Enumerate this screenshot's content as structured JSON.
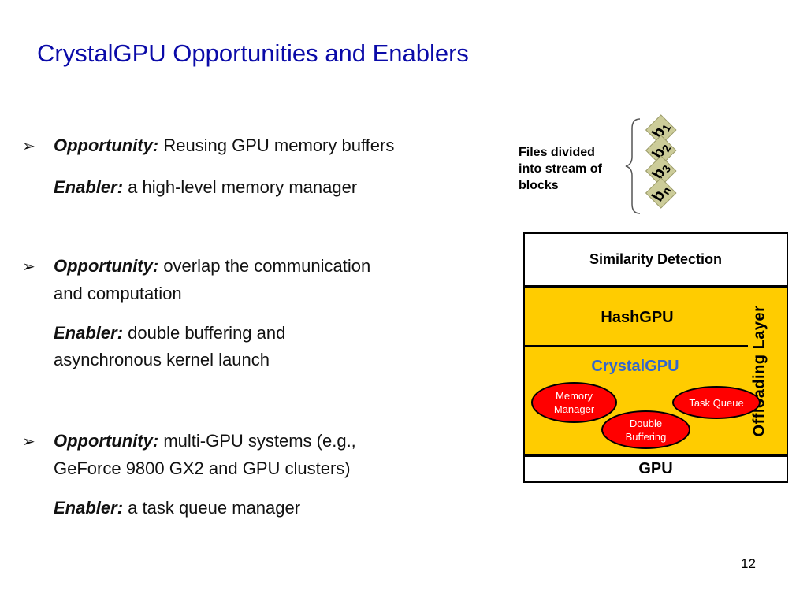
{
  "title": "CrystalGPU Opportunities and Enablers",
  "bullets": [
    {
      "opportunity_label": "Opportunity:",
      "opportunity_text": " Reusing GPU memory buffers",
      "opportunity_cont": "",
      "enabler_label": "Enabler:",
      "enabler_text": " a high-level memory manager",
      "enabler_cont": ""
    },
    {
      "opportunity_label": "Opportunity:",
      "opportunity_text": " overlap the communication",
      "opportunity_cont": "and computation",
      "enabler_label": "Enabler:",
      "enabler_text": " double buffering and",
      "enabler_cont": "asynchronous kernel launch"
    },
    {
      "opportunity_label": "Opportunity:",
      "opportunity_text": " multi-GPU systems (e.g.,",
      "opportunity_cont": "GeForce 9800 GX2 and GPU clusters)",
      "enabler_label": "Enabler:",
      "enabler_text": " a task queue manager",
      "enabler_cont": ""
    }
  ],
  "arrow_glyph": "➢",
  "files": {
    "label_lines": [
      "Files divided",
      "into stream of",
      "blocks"
    ],
    "blocks": [
      {
        "letter": "b",
        "sub": "1"
      },
      {
        "letter": "b",
        "sub": "2"
      },
      {
        "letter": "b",
        "sub": "3"
      },
      {
        "letter": "b",
        "sub": "n"
      }
    ]
  },
  "diagram": {
    "similarity": "Similarity Detection",
    "hashgpu": "HashGPU",
    "crystalgpu": "CrystalGPU",
    "offloading": "Offloading Layer",
    "components": {
      "memory_manager": [
        "Memory",
        "Manager"
      ],
      "task_queue": "Task Queue",
      "double_buffering": [
        "Double",
        "Buffering"
      ]
    },
    "gpu": "GPU"
  },
  "colors": {
    "title": "#0a0aa8",
    "offload_fill": "#ffcc00",
    "crystal_text": "#3366cc",
    "component_fill": "#ff0000",
    "block_fill": "#cccc99"
  },
  "page_number": "12"
}
